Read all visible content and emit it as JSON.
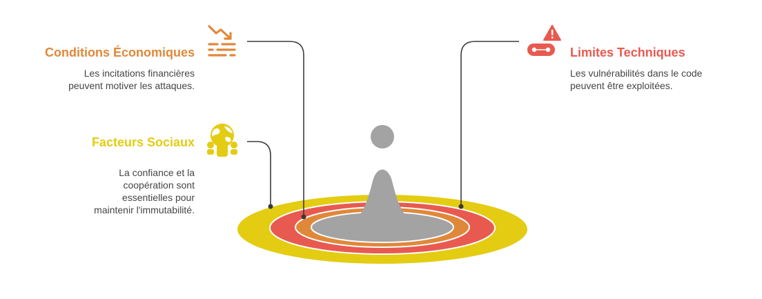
{
  "colors": {
    "economic": "#E0883A",
    "technical": "#E85A50",
    "social": "#E3CC12",
    "gray": "#A3A3A3",
    "line": "#3a3a3a",
    "text": "#444444"
  },
  "economic": {
    "title": "Conditions Économiques",
    "desc_line1": "Les incitations financières",
    "desc_line2": "peuvent motiver les attaques.",
    "icon": "trend-down-icon"
  },
  "technical": {
    "title": "Limites Techniques",
    "desc_line1": "Les vulnérabilités dans le code",
    "desc_line2": "peuvent être exploitées.",
    "icon": "warning-link-icon"
  },
  "social": {
    "title": "Facteurs Sociaux",
    "desc_line1": "La confiance et la",
    "desc_line2": "coopération sont",
    "desc_line3": "essentielles pour",
    "desc_line4": "maintenir l'immutabilité.",
    "icon": "globe-people-icon"
  }
}
